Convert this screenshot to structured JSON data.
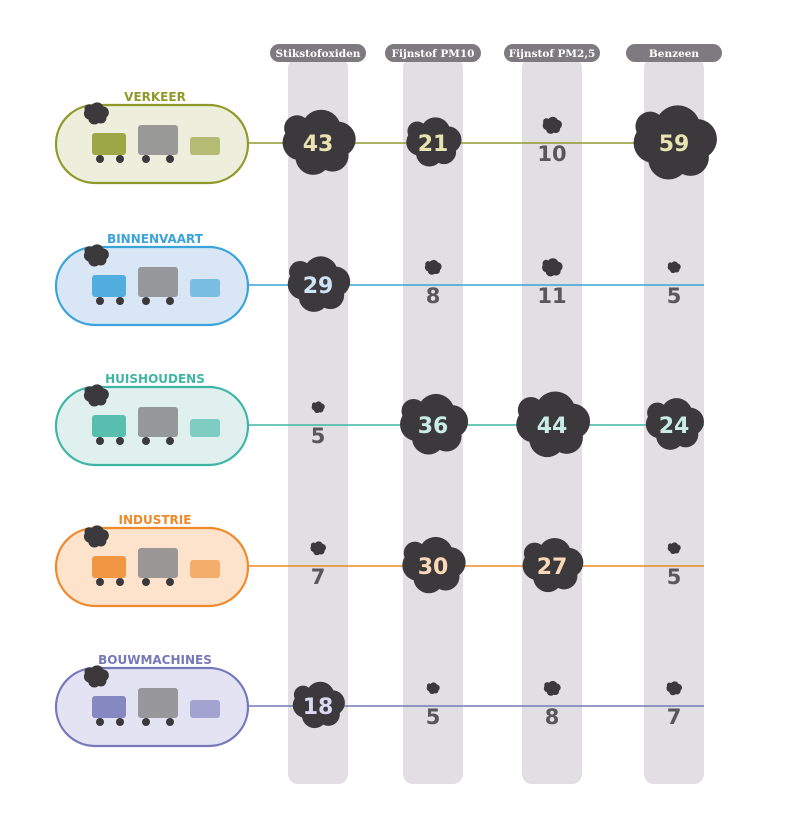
{
  "chart_data": {
    "type": "table",
    "title": "",
    "columns": [
      "Stikstofoxiden",
      "Fijnstof PM10",
      "Fijnstof PM2,5",
      "Benzeen"
    ],
    "rows": [
      {
        "name": "VERKEER",
        "color": "#8f9a2b",
        "fill": "#eeeedd",
        "values": [
          43,
          21,
          10,
          59
        ]
      },
      {
        "name": "BINNENVAART",
        "color": "#3aa3d9",
        "fill": "#d9e6f5",
        "values": [
          29,
          8,
          11,
          5
        ]
      },
      {
        "name": "HUISHOUDENS",
        "color": "#3fb5a5",
        "fill": "#dff0ee",
        "values": [
          5,
          36,
          44,
          24
        ]
      },
      {
        "name": "INDUSTRIE",
        "color": "#ee8a2a",
        "fill": "#fde3cc",
        "values": [
          7,
          30,
          27,
          5
        ]
      },
      {
        "name": "BOUWMACHINES",
        "color": "#7678b9",
        "fill": "#e3e3f4",
        "values": [
          18,
          5,
          8,
          7
        ]
      }
    ]
  },
  "colors": {
    "column_bar": "#e1dfe1",
    "column_header": "#7d7b7f",
    "smoke": "#3b393c",
    "small_value": "#58575a"
  }
}
